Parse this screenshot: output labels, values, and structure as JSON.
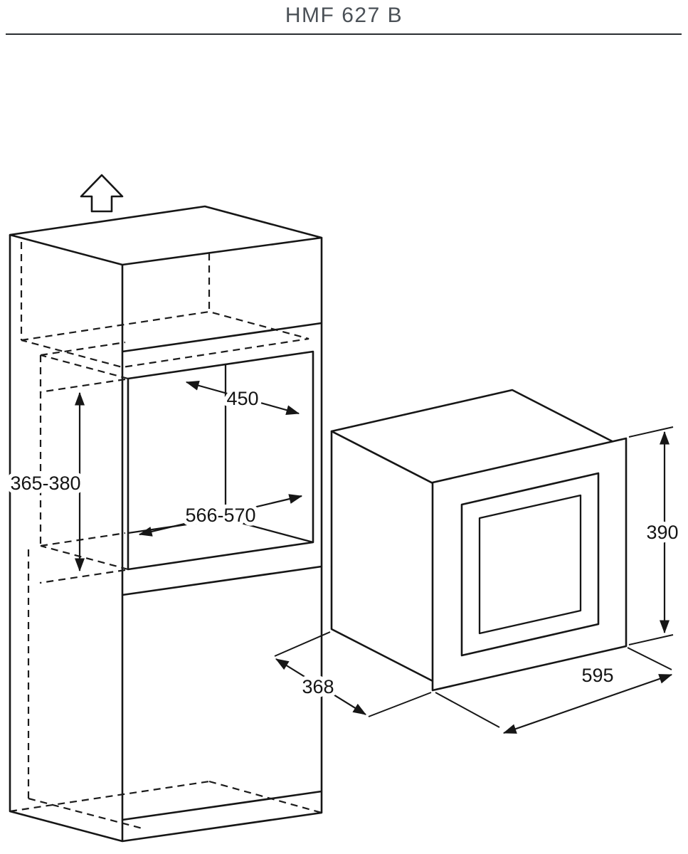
{
  "header": {
    "model": "HMF 627 B"
  },
  "dimensions": {
    "niche_min_depth": "450",
    "niche_height_range": "365-380",
    "niche_width_range": "566-570",
    "appliance_depth": "368",
    "appliance_height": "390",
    "appliance_width": "595"
  }
}
